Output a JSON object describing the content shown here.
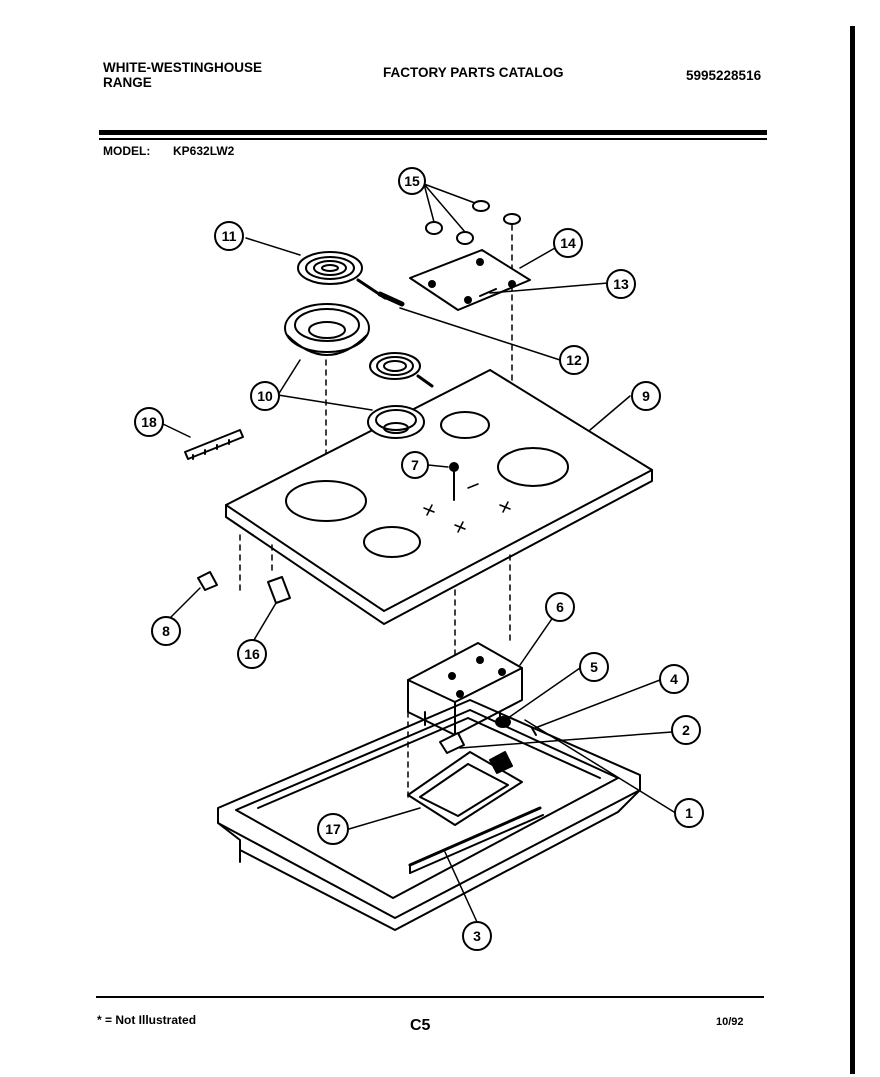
{
  "header": {
    "brand_line1": "WHITE-WESTINGHOUSE",
    "brand_line2": "RANGE",
    "catalog_title": "FACTORY PARTS CATALOG",
    "part_number": "5995228516",
    "model_label": "MODEL:",
    "model_value": "KP632LW2"
  },
  "callouts": {
    "c1": "1",
    "c2": "2",
    "c3": "3",
    "c4": "4",
    "c5": "5",
    "c6": "6",
    "c7": "7",
    "c8": "8",
    "c9": "9",
    "c10": "10",
    "c11": "11",
    "c12": "12",
    "c13": "13",
    "c14": "14",
    "c15": "15",
    "c16": "16",
    "c17": "17",
    "c18": "18"
  },
  "footer": {
    "footnote": "* = Not Illustrated",
    "page": "C5",
    "date": "10/92"
  }
}
